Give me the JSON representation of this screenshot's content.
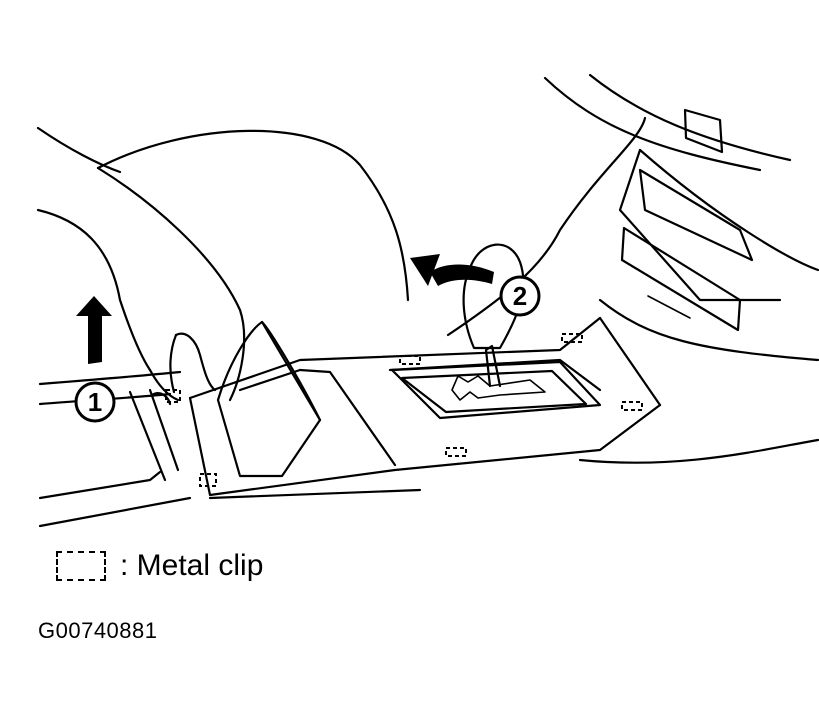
{
  "figure": {
    "code": "G00740881",
    "callouts": [
      {
        "number": "1"
      },
      {
        "number": "2"
      }
    ],
    "legend": {
      "symbol": "dashed-rectangle",
      "label": ": Metal clip"
    },
    "line_color": "#000000",
    "background": "#ffffff"
  }
}
